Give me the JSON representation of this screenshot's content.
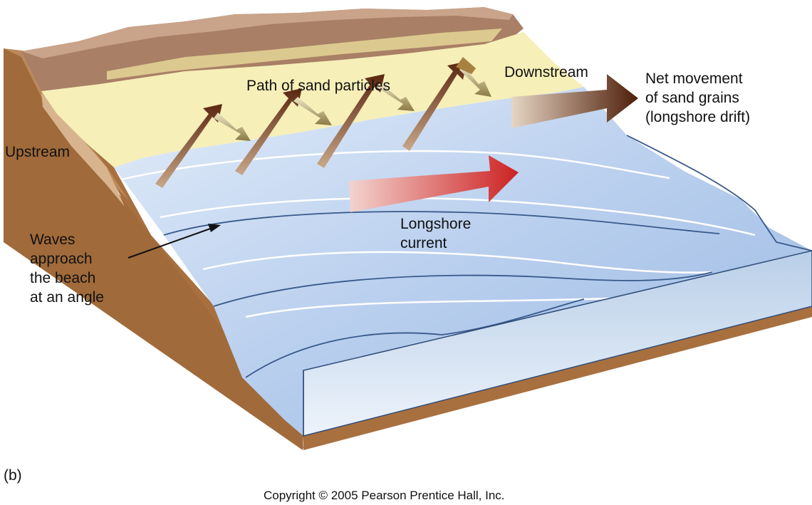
{
  "labels": {
    "path_of_sand": "Path of sand particles",
    "downstream": "Downstream",
    "upstream": "Upstream",
    "net_movement": "Net movement\nof sand grains\n(longshore drift)",
    "waves_approach": "Waves\napproach\nthe beach\nat an angle",
    "longshore_current": "Longshore\ncurrent",
    "panel": "(b)",
    "copyright": "Copyright © 2005 Pearson Prentice Hall, Inc."
  },
  "colors": {
    "sand": "#f6efb8",
    "water_light": "#dfeaf8",
    "water_deep": "#a9c3e6",
    "soil": "#a8703f",
    "cliff": "#8a6048",
    "current_arrow": "#c42a2a",
    "drift_arrow": "#6a2c10"
  }
}
